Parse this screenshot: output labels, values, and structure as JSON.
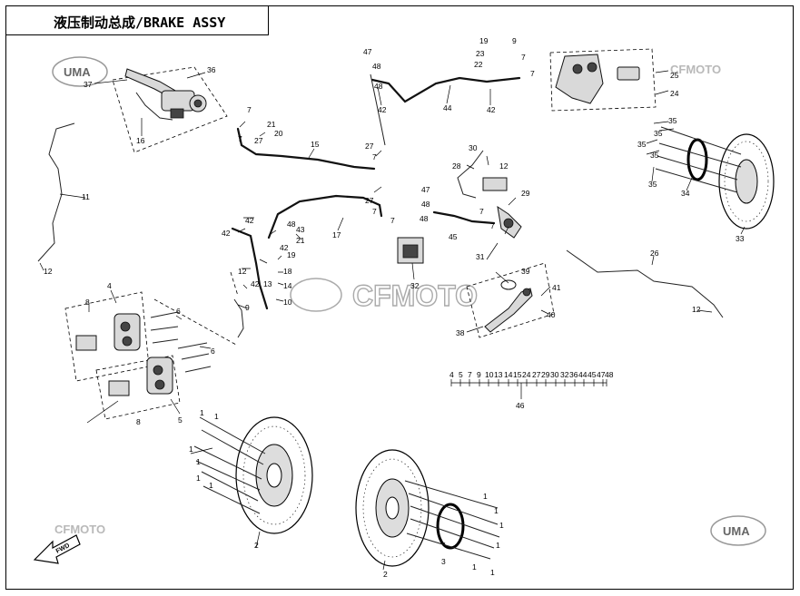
{
  "title": "液压制动总成/BRAKE ASSY",
  "watermarks": {
    "brand": "CFMOTO",
    "uma": "UMA",
    "fwd": "FWD"
  },
  "callouts": {
    "c1a": "1",
    "c1b": "1",
    "c1c": "1",
    "c1d": "1",
    "c1e": "1",
    "c1f": "1",
    "c1g": "1",
    "c1h": "1",
    "c1i": "1",
    "c1j": "1",
    "c1k": "1",
    "c1l": "1",
    "c2a": "2",
    "c2b": "2",
    "c3": "3",
    "c4": "4",
    "c5": "5",
    "c6a": "6",
    "c6b": "6",
    "c7a": "7",
    "c7b": "7",
    "c7c": "7",
    "c7d": "7",
    "c7e": "7",
    "c7f": "7",
    "c7g": "7",
    "c7h": "7",
    "c7i": "7",
    "c8a": "8",
    "c8b": "8",
    "c9a": "9",
    "c9b": "9",
    "c10": "10",
    "c11": "11",
    "c12a": "12",
    "c12b": "12",
    "c12c": "12",
    "c12d": "12",
    "c13": "13",
    "c14": "14",
    "c15": "15",
    "c16": "16",
    "c17": "17",
    "c18": "18",
    "c19a": "19",
    "c19b": "19",
    "c20": "20",
    "c21a": "21",
    "c21b": "21",
    "c22": "22",
    "c23": "23",
    "c24": "24",
    "c25": "25",
    "c26": "26",
    "c27a": "27",
    "c27b": "27",
    "c27c": "27",
    "c28": "28",
    "c29": "29",
    "c30": "30",
    "c31": "31",
    "c32": "32",
    "c33": "33",
    "c34": "34",
    "c35a": "35",
    "c35b": "35",
    "c35c": "35",
    "c35d": "35",
    "c35e": "35",
    "c36": "36",
    "c37": "37",
    "c38": "38",
    "c39": "39",
    "c40": "40",
    "c41": "41",
    "c42a": "42",
    "c42b": "42",
    "c42c": "42",
    "c42d": "42",
    "c42e": "42",
    "c43": "43",
    "c44": "44",
    "c45": "45",
    "c46": "46",
    "c47a": "47",
    "c47b": "47",
    "c48a": "48",
    "c48b": "48",
    "c48c": "48",
    "c48d": "48",
    "c48e": "48"
  },
  "kit_list": [
    "4",
    "5",
    "7",
    "9",
    "10",
    "13",
    "14",
    "15",
    "24",
    "27",
    "29",
    "30",
    "32",
    "36",
    "44",
    "45",
    "47",
    "48"
  ]
}
